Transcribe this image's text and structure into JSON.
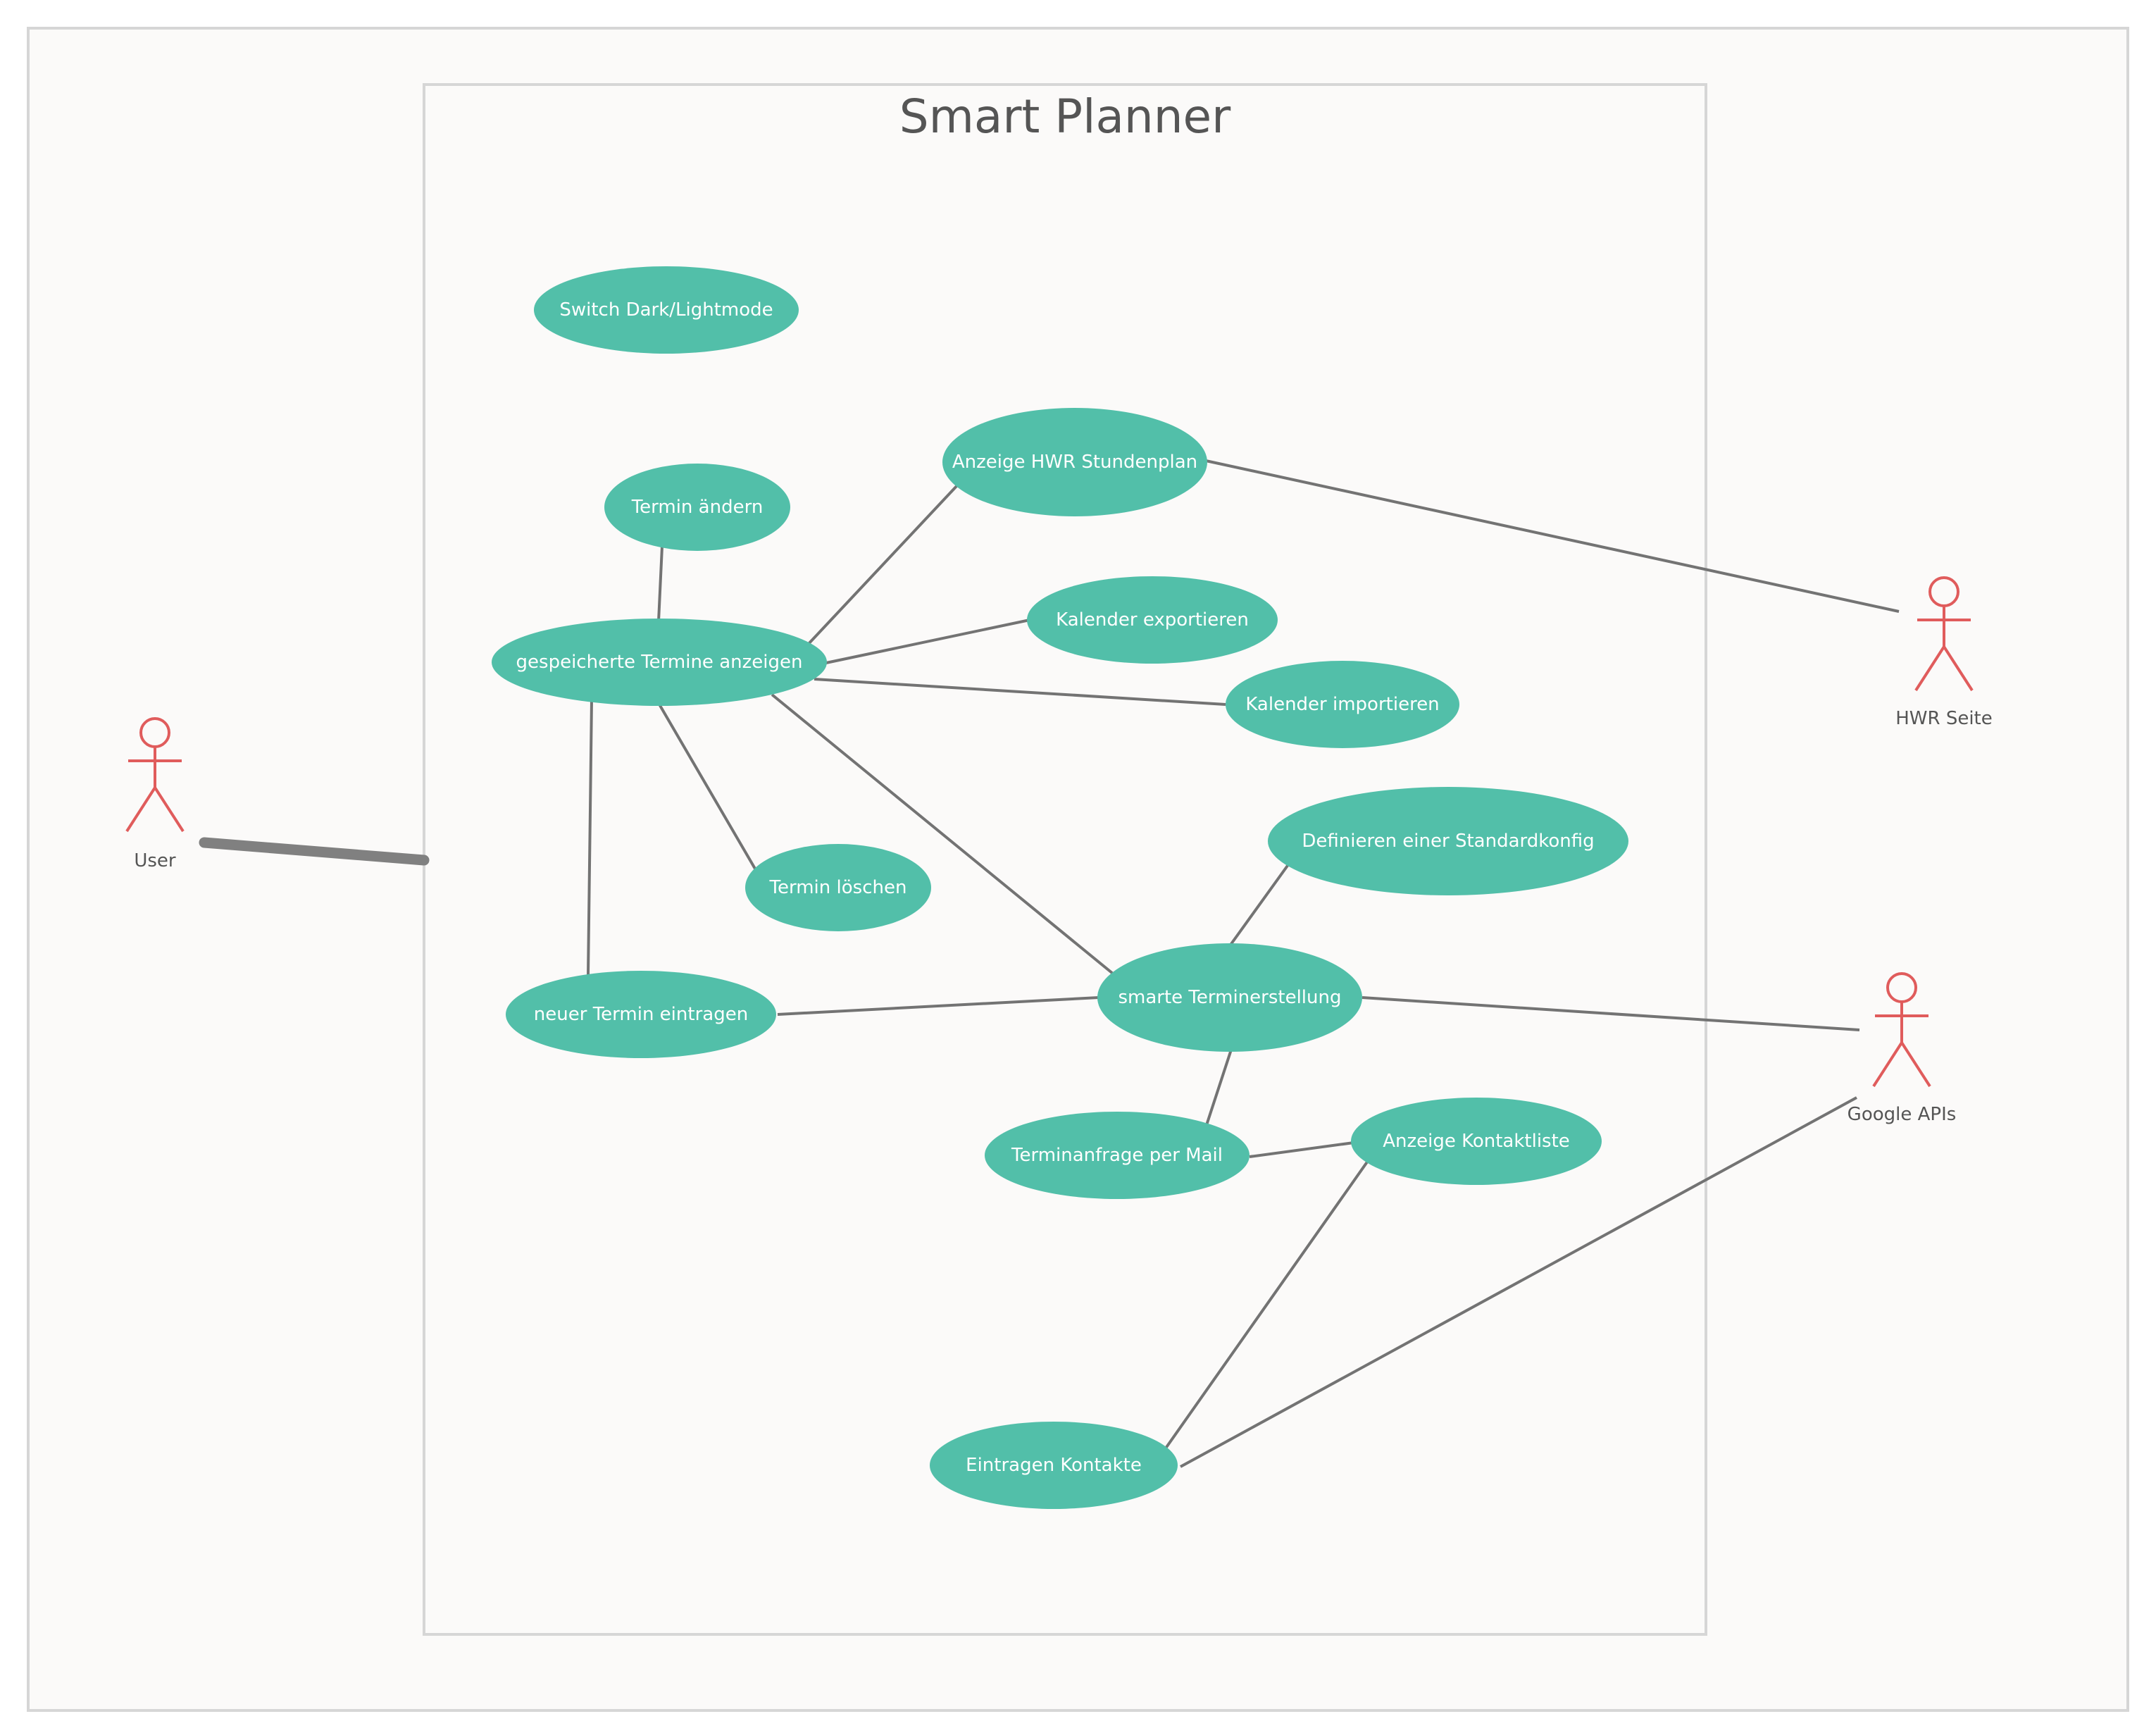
{
  "colors": {
    "page_background": "#ffffff",
    "frame_fill": "#fbfaf9",
    "frame_border": "#d6d6d6",
    "use_case_fill": "#52bfa9",
    "use_case_text": "#ffffff",
    "actor_color": "#e05c5c",
    "actor_label": "#555555",
    "association_line": "#737373",
    "user_line": "#808080",
    "title_text": "#555555"
  },
  "system": {
    "title": "Smart Planner"
  },
  "actors": [
    {
      "id": "user",
      "label": "User"
    },
    {
      "id": "hwr",
      "label": "HWR Seite"
    },
    {
      "id": "google",
      "label": "Google APIs"
    }
  ],
  "use_cases": [
    {
      "id": "switch_mode",
      "label": "Switch Dark/Lightmode"
    },
    {
      "id": "hwr_stundenplan",
      "label": "Anzeige HWR Stundenplan"
    },
    {
      "id": "termin_aendern",
      "label": "Termin ändern"
    },
    {
      "id": "kalender_export",
      "label": "Kalender exportieren"
    },
    {
      "id": "gespeicherte",
      "label": "gespeicherte Termine anzeigen"
    },
    {
      "id": "kalender_import",
      "label": "Kalender importieren"
    },
    {
      "id": "standardkonfig",
      "label": "Definieren einer Standardkonfig"
    },
    {
      "id": "termin_loeschen",
      "label": "Termin löschen"
    },
    {
      "id": "smarte",
      "label": "smarte Terminerstellung"
    },
    {
      "id": "neuer_termin",
      "label": "neuer Termin eintragen"
    },
    {
      "id": "terminanfrage",
      "label": "Terminanfrage per Mail"
    },
    {
      "id": "kontaktliste",
      "label": "Anzeige Kontaktliste"
    },
    {
      "id": "kontakte",
      "label": "Eintragen Kontakte"
    }
  ],
  "associations": [
    [
      "user",
      "system"
    ],
    [
      "termin_aendern",
      "gespeicherte"
    ],
    [
      "gespeicherte",
      "hwr_stundenplan"
    ],
    [
      "gespeicherte",
      "kalender_export"
    ],
    [
      "gespeicherte",
      "kalender_import"
    ],
    [
      "gespeicherte",
      "termin_loeschen"
    ],
    [
      "gespeicherte",
      "neuer_termin"
    ],
    [
      "gespeicherte",
      "smarte"
    ],
    [
      "hwr_stundenplan",
      "hwr"
    ],
    [
      "smarte",
      "standardkonfig"
    ],
    [
      "neuer_termin",
      "smarte"
    ],
    [
      "smarte",
      "google"
    ],
    [
      "smarte",
      "terminanfrage"
    ],
    [
      "terminanfrage",
      "kontaktliste"
    ],
    [
      "kontaktliste",
      "kontakte"
    ],
    [
      "kontakte",
      "google"
    ]
  ]
}
